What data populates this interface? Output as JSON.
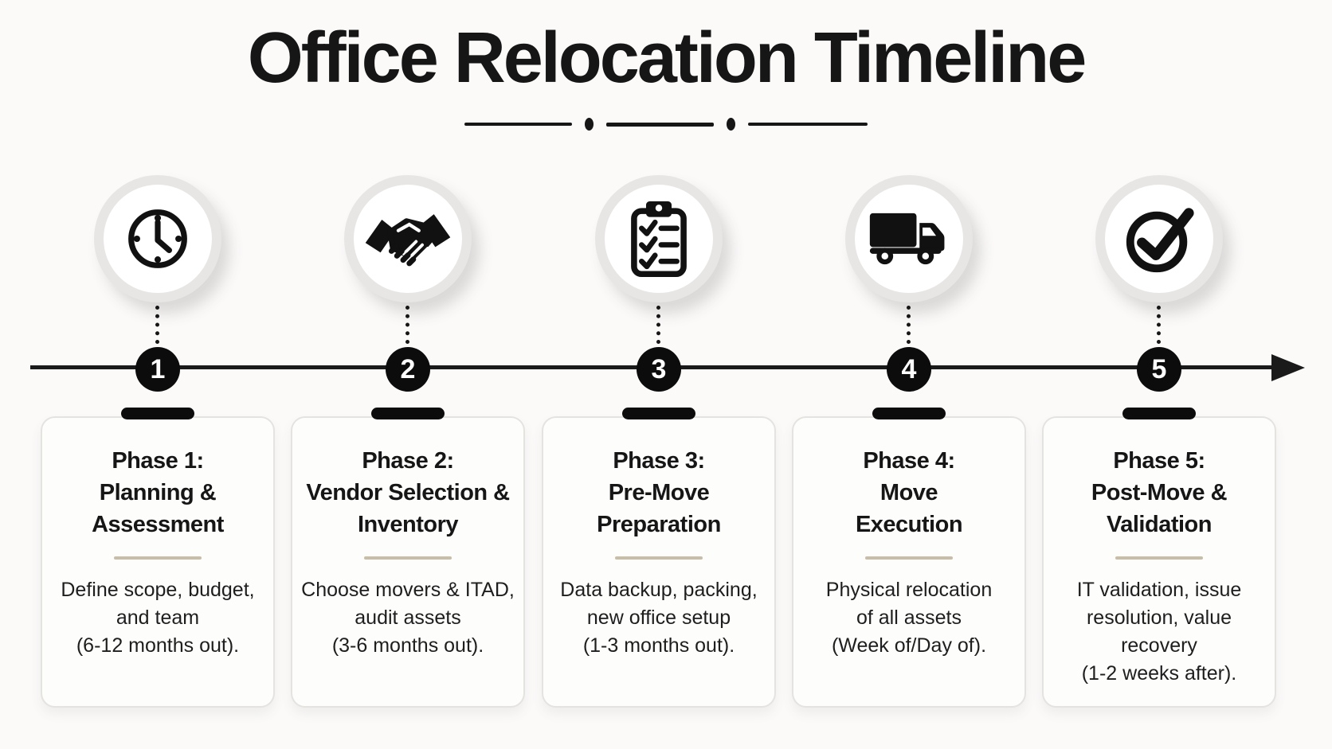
{
  "header": {
    "title": "Office Relocation Timeline"
  },
  "colors": {
    "ink": "#161616",
    "divider_accent": "#c8bda7",
    "card_border": "#e4e3e0",
    "ring": "#e7e6e4",
    "background": "#fbfaf9",
    "card_bg": "#fdfdfc"
  },
  "phases": [
    {
      "number": "1",
      "icon": "clock-icon",
      "title": "Phase 1:\nPlanning &\nAssessment",
      "description": "Define scope, budget,\nand team\n(6-12 months out)."
    },
    {
      "number": "2",
      "icon": "handshake-icon",
      "title": "Phase 2:\nVendor Selection &\nInventory",
      "description": "Choose movers & ITAD,\naudit assets\n(3-6 months out)."
    },
    {
      "number": "3",
      "icon": "checklist-clipboard-icon",
      "title": "Phase 3:\nPre-Move\nPreparation",
      "description": "Data backup, packing,\nnew office setup\n(1-3 months out)."
    },
    {
      "number": "4",
      "icon": "moving-truck-icon",
      "title": "Phase 4:\nMove\nExecution",
      "description": "Physical relocation\nof all assets\n(Week of/Day of)."
    },
    {
      "number": "5",
      "icon": "check-circle-icon",
      "title": "Phase 5:\nPost-Move &\nValidation",
      "description": "IT validation, issue\nresolution, value\nrecovery\n(1-2 weeks after)."
    }
  ]
}
